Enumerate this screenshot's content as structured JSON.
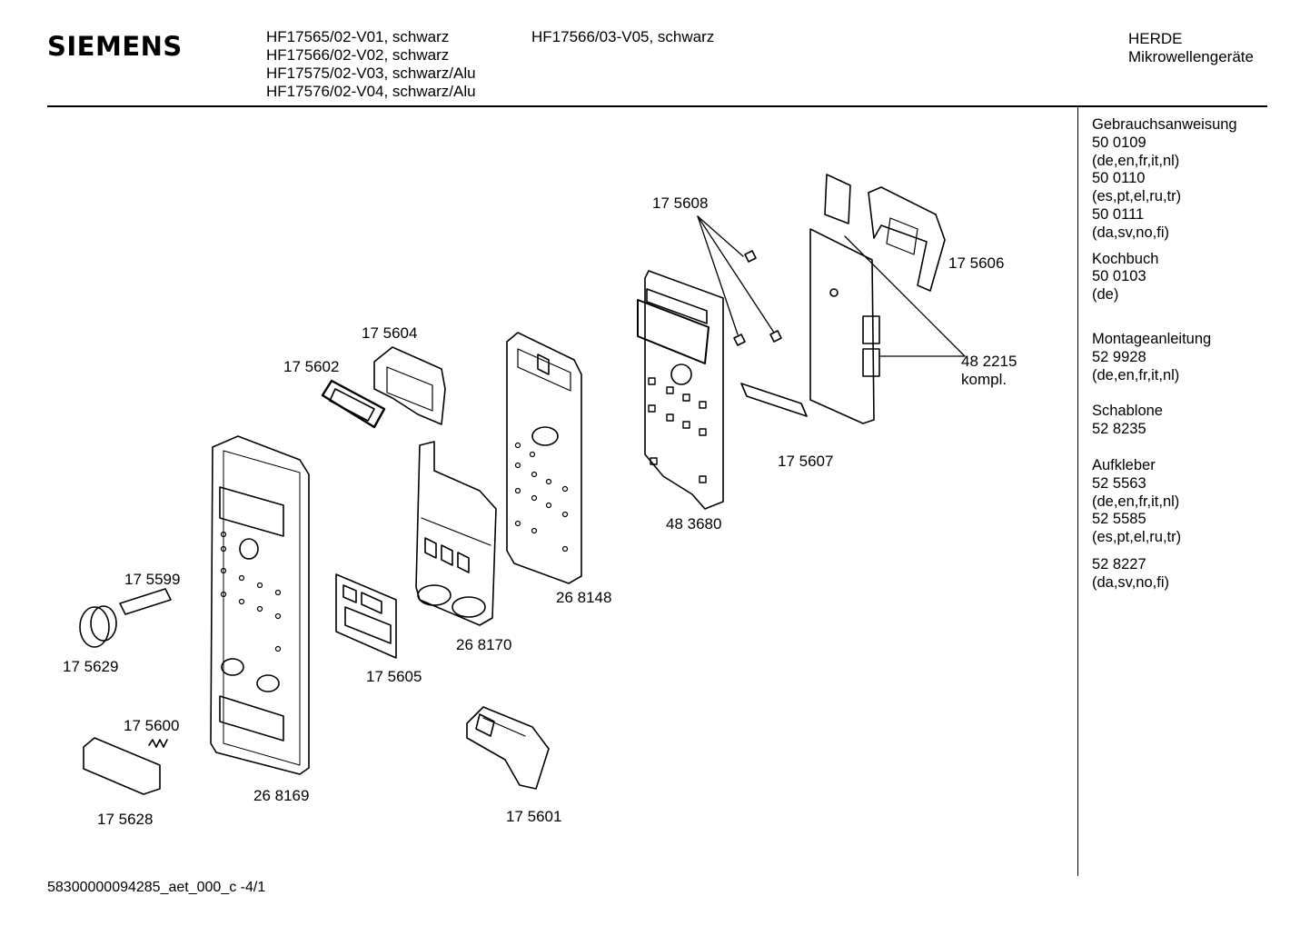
{
  "header": {
    "brand": "SIEMENS",
    "models_col1": [
      "HF17565/02-V01, schwarz",
      "HF17566/02-V02, schwarz",
      "HF17575/02-V03, schwarz/Alu",
      "HF17576/02-V04, schwarz/Alu"
    ],
    "models_col2": [
      "HF17566/03-V05, schwarz"
    ],
    "category": [
      "HERDE",
      "Mikrowellengeräte"
    ]
  },
  "sidebar": {
    "groups": [
      [
        "Gebrauchsanweisung",
        "50 0109",
        "(de,en,fr,it,nl)",
        "50 0110",
        "(es,pt,el,ru,tr)",
        "50 0111",
        "(da,sv,no,fi)"
      ],
      [
        "Kochbuch",
        "50 0103",
        "(de)"
      ],
      [
        "Montageanleitung",
        "52 9928",
        "(de,en,fr,it,nl)"
      ],
      [
        "Schablone",
        "52 8235"
      ],
      [
        "Aufkleber",
        "52 5563",
        "(de,en,fr,it,nl)",
        "52 5585",
        "(es,pt,el,ru,tr)"
      ],
      [
        "52 8227",
        "(da,sv,no,fi)"
      ]
    ]
  },
  "diagram": {
    "labels": {
      "p175608": "17 5608",
      "p175606": "17 5606",
      "p482215": "48 2215",
      "p482215_sub": "kompl.",
      "p175604": "17 5604",
      "p175602": "17 5602",
      "p175607": "17 5607",
      "p483680": "48 3680",
      "p268148": "26 8148",
      "p175599": "17 5599",
      "p268170": "26 8170",
      "p175629": "17 5629",
      "p175605": "17 5605",
      "p175600": "17 5600",
      "p268169": "26 8169",
      "p175628": "17 5628",
      "p175601": "17 5601"
    }
  },
  "footer": {
    "code": "58300000094285_aet_000_c -4/1"
  }
}
